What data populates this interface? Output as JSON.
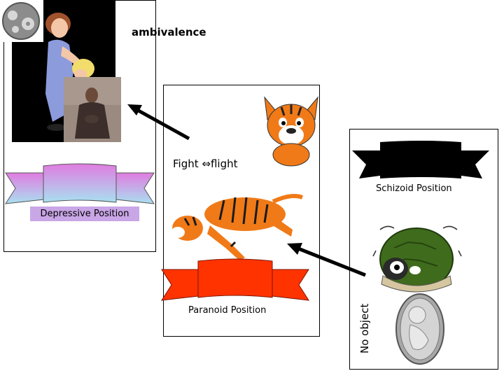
{
  "labels": {
    "ambivalence": "ambivalence",
    "fight_flight": "Fight ⇔flight",
    "schizoid": "Schizoid Position",
    "depressive": "Depressive Position",
    "paranoid": "Paranoid Position",
    "no_object": "No object"
  },
  "colors": {
    "depressive_ribbon": "#d58ae0",
    "paranoid_ribbon": "#ff3300",
    "schizoid_ribbon": "#000000",
    "depressive_label_bg": "#c9a6e6",
    "tiger_orange": "#f07a18",
    "turtle_green": "#3f6b1c"
  },
  "images": {
    "icon": "gear-circle-icon",
    "mother": "mother-with-child-figure",
    "photo": "seated-child-photo",
    "fox": "cartoon-fox-cat-creature",
    "tiger": "leaping-tiger",
    "turtle": "scared-turtle",
    "fetus": "fetus-in-womb"
  }
}
